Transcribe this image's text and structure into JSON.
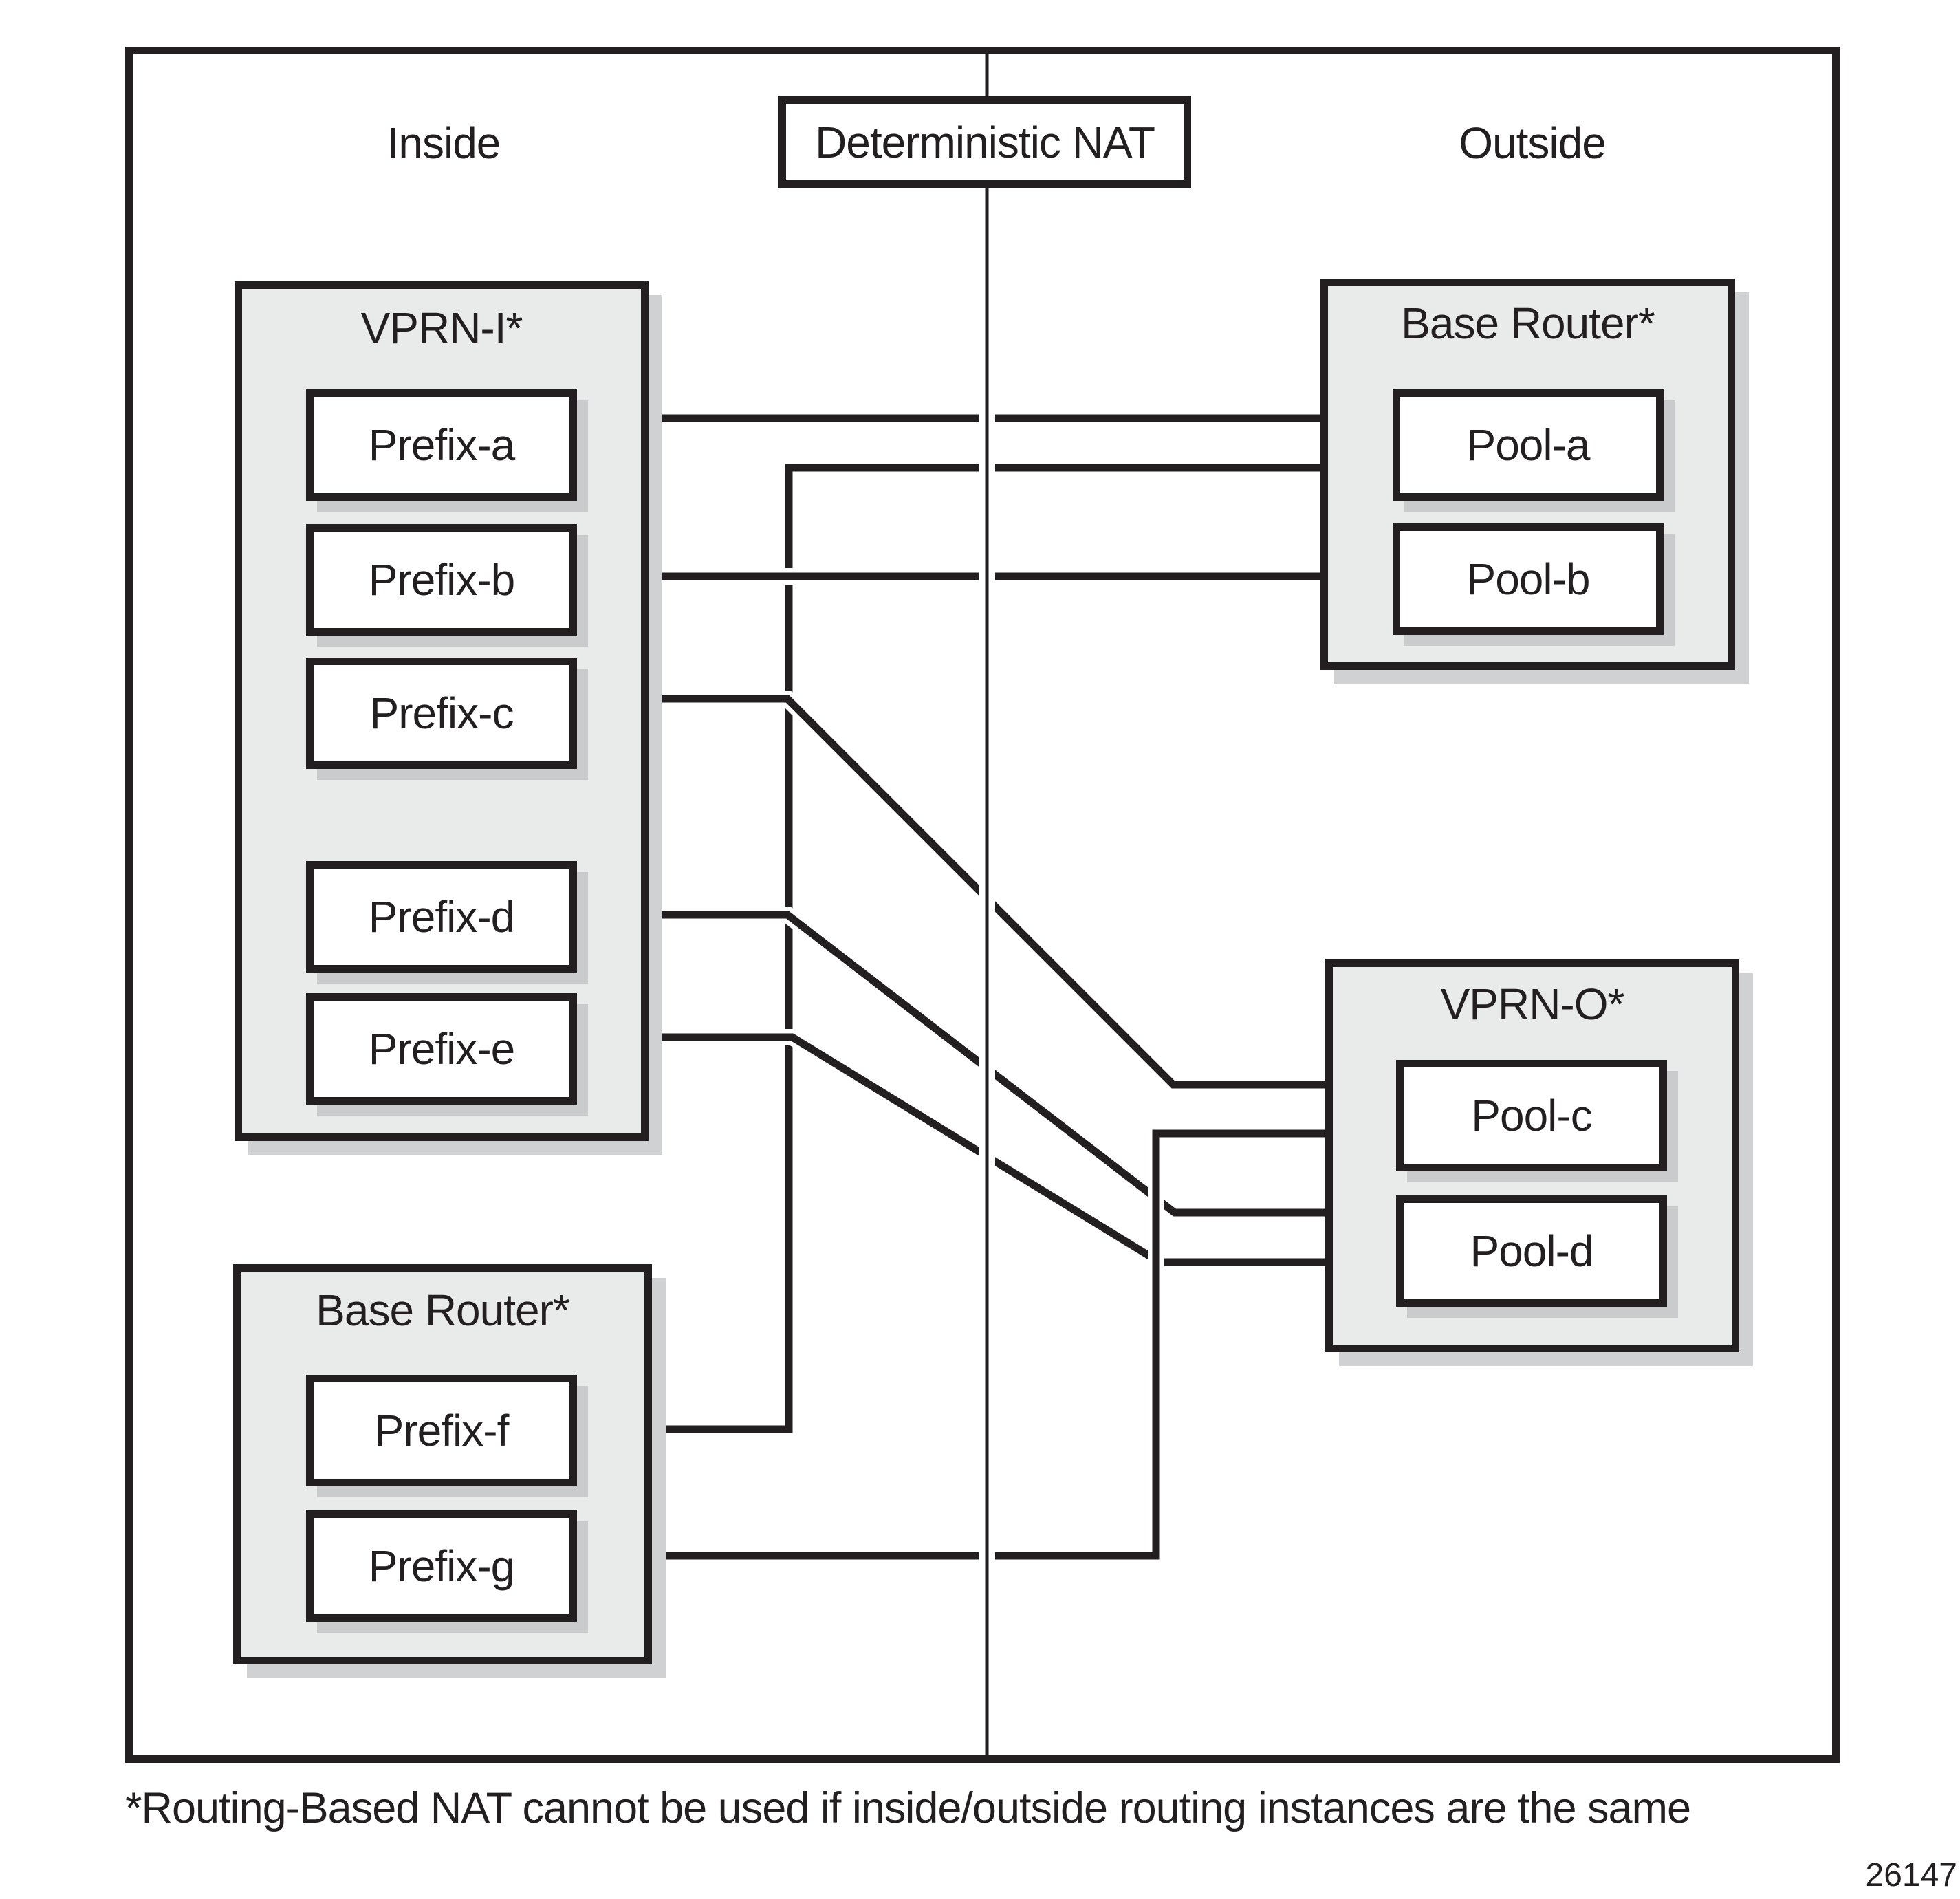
{
  "header": {
    "inside_label": "Inside",
    "nat_label": "Deterministic NAT",
    "outside_label": "Outside"
  },
  "nodes": {
    "vprn_i": {
      "title": "VPRN-I*",
      "items": [
        "Prefix-a",
        "Prefix-b",
        "Prefix-c",
        "Prefix-d",
        "Prefix-e"
      ]
    },
    "base_router_inside": {
      "title": "Base Router*",
      "items": [
        "Prefix-f",
        "Prefix-g"
      ]
    },
    "base_router_outside": {
      "title": "Base Router*",
      "items": [
        "Pool-a",
        "Pool-b"
      ]
    },
    "vprn_o": {
      "title": "VPRN-O*",
      "items": [
        "Pool-c",
        "Pool-d"
      ]
    }
  },
  "connections": [
    {
      "from": "Prefix-a",
      "to": "Pool-a"
    },
    {
      "from": "Prefix-b",
      "to": "Pool-b"
    },
    {
      "from": "Prefix-c",
      "to": "Pool-c"
    },
    {
      "from": "Prefix-d",
      "to": "Pool-d"
    },
    {
      "from": "Prefix-e",
      "to": "Pool-d"
    },
    {
      "from": "Prefix-f",
      "to": "Pool-a"
    },
    {
      "from": "Prefix-g",
      "to": "Pool-c"
    }
  ],
  "footnote": "*Routing-Based NAT cannot be used if inside/outside routing instances are the same",
  "figure_number": "26147",
  "colors": {
    "ink": "#231f20",
    "container_fill": "#e9eaea",
    "box_fill": "#ffffff",
    "shadow": "#c9cbcc",
    "background": "#ffffff"
  }
}
